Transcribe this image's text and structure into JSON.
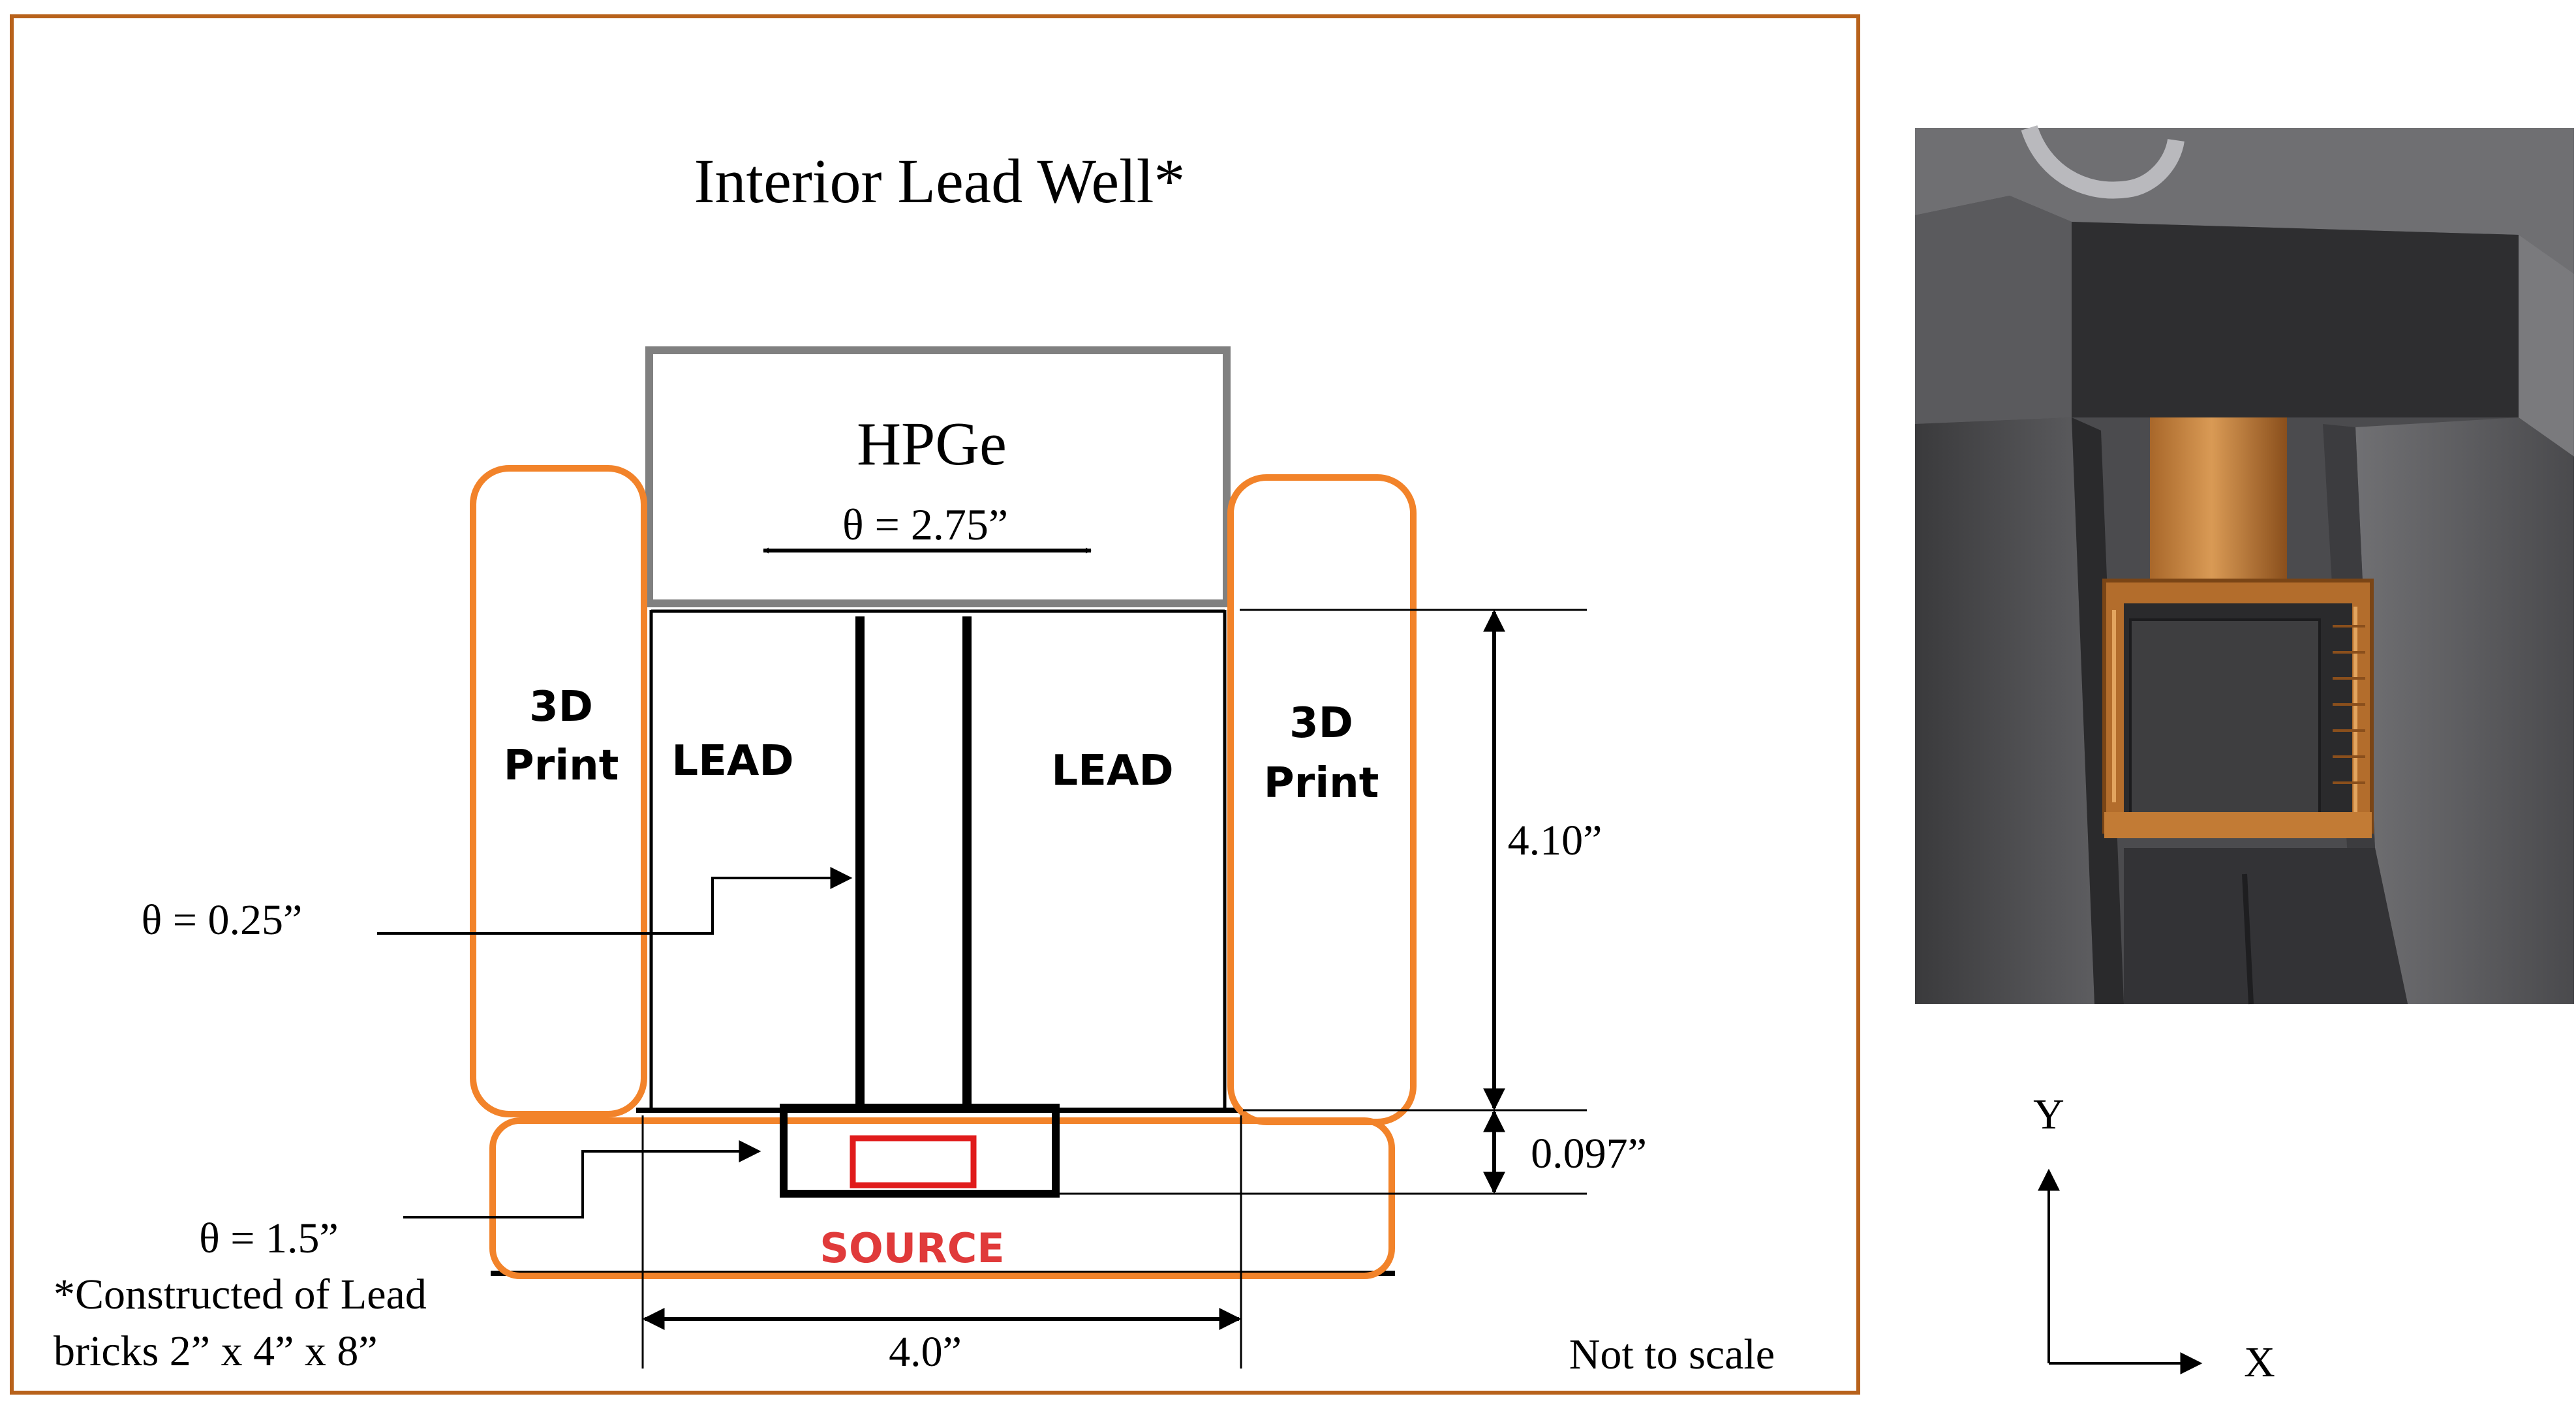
{
  "diagram": {
    "title": "Interior Lead Well*",
    "detector": {
      "label": "HPGe",
      "diameter_label": "θ = 2.75”"
    },
    "print_left": {
      "line1": "3D",
      "line2": "Print"
    },
    "print_right": {
      "line1": "3D",
      "line2": "Print"
    },
    "lead_left": "LEAD",
    "lead_right": "LEAD",
    "source_label": "SOURCE",
    "collimator_label": "θ = 0.25”",
    "source_holder_label": "θ = 1.5”",
    "height_label": "4.10”",
    "gap_label": "0.097”",
    "width_label": "4.0”",
    "footnote_line1": "*Constructed of Lead",
    "footnote_line2": "bricks 2” x 4” x 8”",
    "scale_note": "Not to scale"
  },
  "axes": {
    "y_label": "Y",
    "x_label": "X"
  },
  "colors": {
    "frame": "#b8621b",
    "print_outline": "#f2832a",
    "detector_outline": "#808080",
    "source_text": "#e03a3a",
    "source_box": "#e01b1b",
    "ink": "#000000"
  }
}
